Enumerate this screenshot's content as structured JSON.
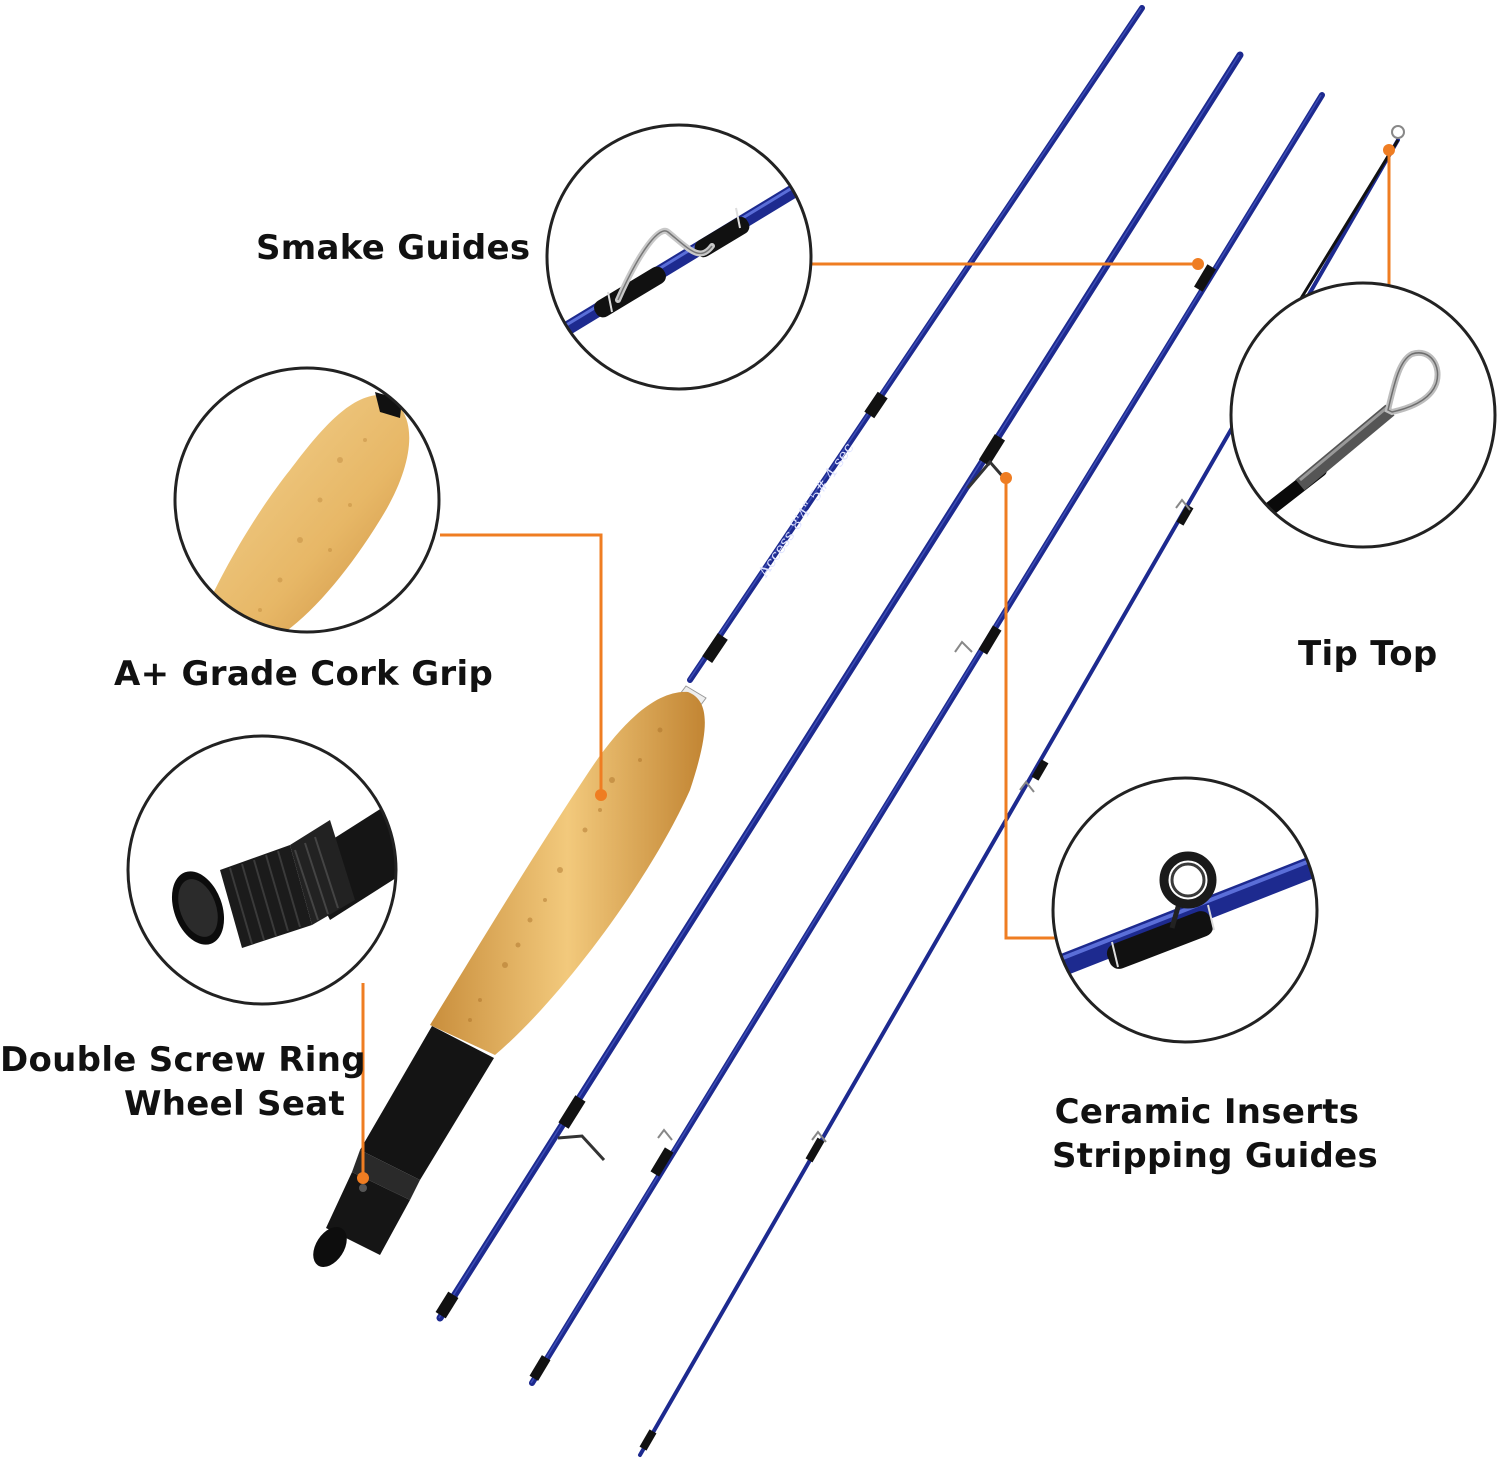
{
  "callouts": {
    "snake_guides": "Smake Guides",
    "cork_grip": "A+ Grade Cork Grip",
    "wheel_seat_line1": "Double Screw Ring",
    "wheel_seat_line2": "Wheel Seat",
    "tip_top": "Tip Top",
    "ceramic_line1": "Ceramic Inserts",
    "ceramic_line2": "Stripping Guides"
  },
  "rod_markings": "Access 8'4\" 5# 4 sec",
  "colors": {
    "blank": "#1d2a8f",
    "cork": "#e0b262",
    "leader_line": "#ef7d22",
    "reel_seat": "#111111",
    "circle_border": "#222222"
  }
}
